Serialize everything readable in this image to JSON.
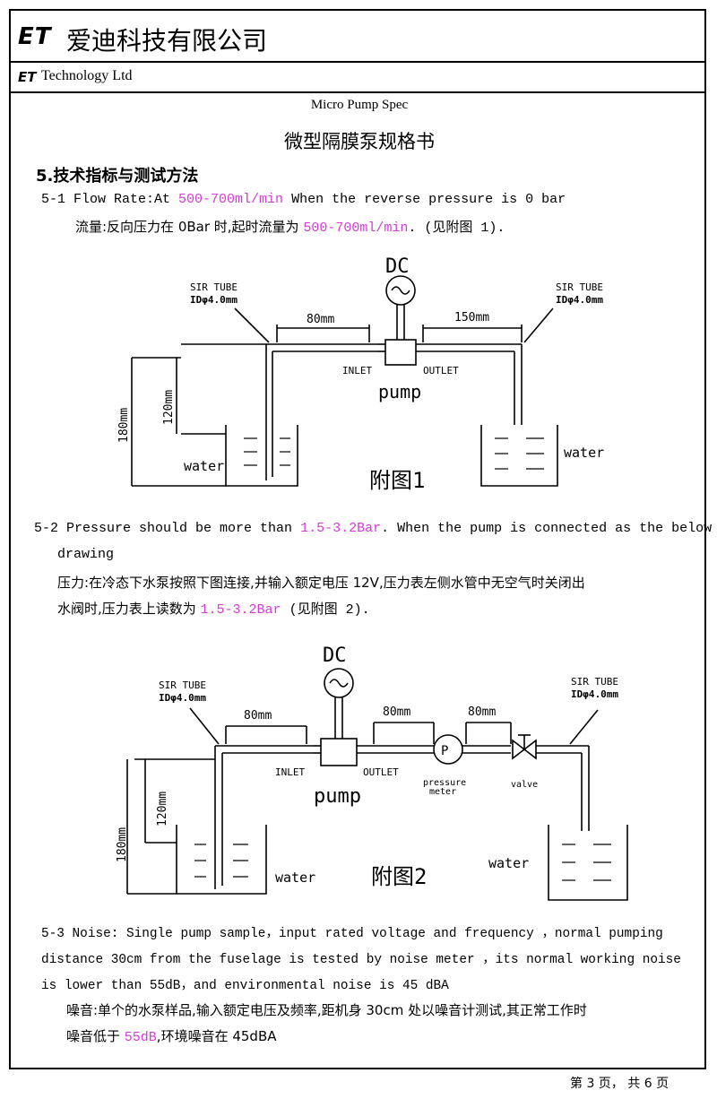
{
  "header": {
    "logo": "ET",
    "company_cn": "爱迪科技有限公司",
    "company_en": "Technology Ltd"
  },
  "title": {
    "en": "Micro Pump Spec",
    "cn": "微型隔膜泵规格书"
  },
  "section": {
    "heading": "5.技术指标与测试方法"
  },
  "item1": {
    "en_prefix": "5-1 Flow Rate:At ",
    "en_value": "500-700ml/min",
    "en_suffix": " When the reverse pressure is 0 bar",
    "cn_prefix": "流量:反向压力在 0Bar 时,起时流量为 ",
    "cn_value": "500-700ml/min",
    "cn_suffix": ". (见附图 1)."
  },
  "figure1": {
    "dc": "DC",
    "left_tube": "SIR TUBE",
    "left_id": "IDφ4.0mm",
    "right_tube": "SIR TUBE",
    "right_id": "IDφ4.0mm",
    "dim_left": "80mm",
    "dim_right": "150mm",
    "inlet": "INLET",
    "outlet": "OUTLET",
    "pump": "pump",
    "h120": "120mm",
    "h180": "180mm",
    "water_left": "water",
    "water_right": "water",
    "caption": "附图1"
  },
  "item2": {
    "en_prefix": "5-2  Pressure should be more than ",
    "en_value": "1.5-3.2Bar",
    "en_suffix": ". When the pump is connected as the below",
    "en_line2": "drawing",
    "cn_line1": "压力:在冷态下水泵按照下图连接,并输入额定电压 12V,压力表左侧水管中无空气时关闭出",
    "cn_line2_prefix": "水阀时,压力表上读数为 ",
    "cn_line2_value": "1.5-3.2Bar",
    "cn_line2_suffix": " (见附图 2)."
  },
  "figure2": {
    "dc": "DC",
    "left_tube": "SIR TUBE",
    "left_id": "IDφ4.0mm",
    "right_tube": "SIR TUBE",
    "right_id": "IDφ4.0mm",
    "dim1": "80mm",
    "dim2": "80mm",
    "dim3": "80mm",
    "inlet": "INLET",
    "outlet": "OUTLET",
    "pump": "pump",
    "gauge": "P",
    "pressure1": "pressure",
    "pressure2": "meter",
    "valve": "valve",
    "h120": "120mm",
    "h180": "180mm",
    "water_left": "water",
    "water_right": "water",
    "caption": "附图2"
  },
  "item3": {
    "en_line1": "5-3 Noise: Single pump sample，input rated voltage and frequency ，normal pumping",
    "en_line2": "distance 30cm from the fuselage is tested by noise meter ，its normal working noise",
    "en_line3": "is lower than 55dB，and environmental noise is 45 dBA",
    "cn_line1": "噪音:单个的水泵样品,输入额定电压及频率,距机身 30cm 处以噪音计测试,其正常工作时",
    "cn_line2_prefix": "噪音低于 ",
    "cn_line2_value": "55dB",
    "cn_line2_suffix": ",环境噪音在 45dBA"
  },
  "footer": {
    "page": "第 3 页，   共 6 页"
  }
}
